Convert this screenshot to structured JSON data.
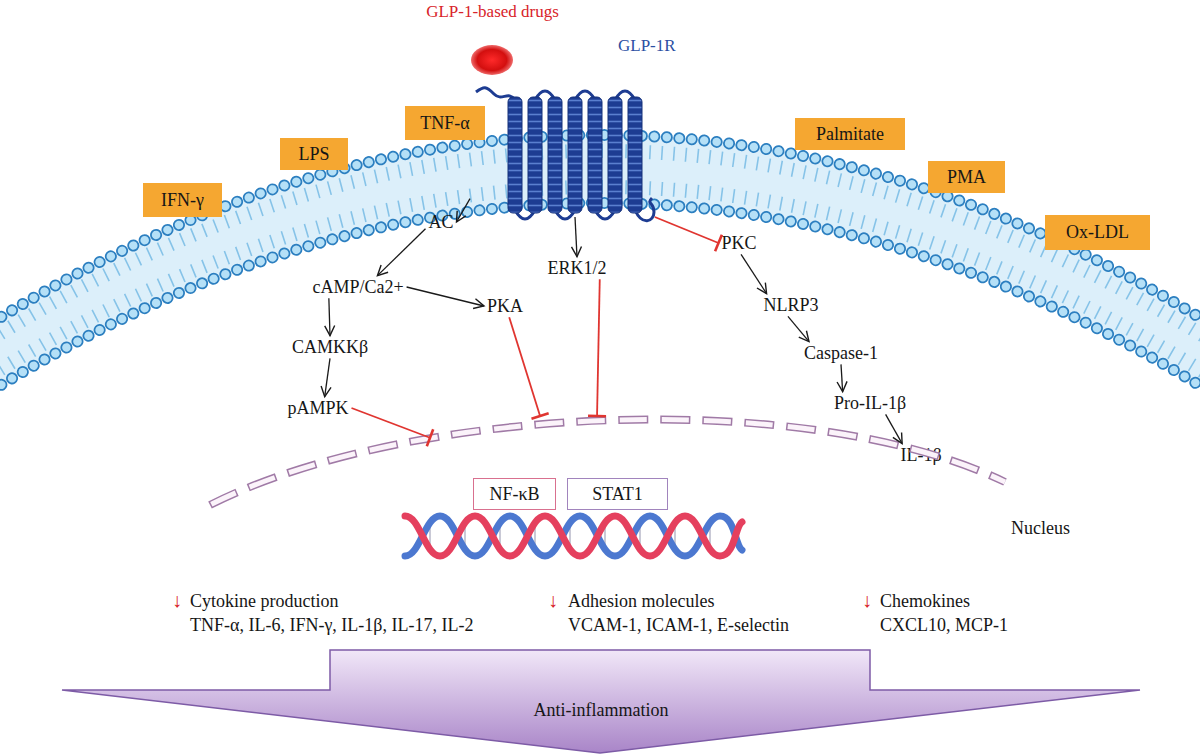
{
  "diagram": {
    "nodes": [
      {
        "text": [
          "GLP-1-based drugs"
        ]
      },
      {
        "text": [
          "IFN-γ"
        ]
      },
      {
        "text": [
          "LPS"
        ]
      },
      {
        "text": [
          "TNF-α"
        ]
      },
      {
        "text": [
          "GLP-1R"
        ]
      },
      {
        "text": [
          "Palmitate"
        ]
      },
      {
        "text": [
          "PMA"
        ]
      },
      {
        "text": [
          "Ox-LDL"
        ]
      },
      {
        "text": [
          "AC"
        ]
      },
      {
        "text": [
          "cAMP/Ca2+"
        ]
      },
      {
        "text": [
          "PKA"
        ]
      },
      {
        "text": [
          "ERK1/2"
        ]
      },
      {
        "text": [
          "PKC"
        ]
      },
      {
        "text": [
          "CAMKKβ"
        ]
      },
      {
        "text": [
          "NLRP3"
        ]
      },
      {
        "text": [
          "pAMPK"
        ]
      },
      {
        "text": [
          "Caspase-1"
        ]
      },
      {
        "text": [
          "Pro-IL-1β"
        ]
      },
      {
        "text": [
          "IL-1β"
        ]
      },
      {
        "text": [
          "Nucleus"
        ]
      },
      {
        "text": [
          "NF-κB"
        ],
        "in": 19
      },
      {
        "text": [
          "STAT1"
        ],
        "in": 19
      },
      {
        "text": [
          "Anti-inflammation"
        ]
      }
    ],
    "edges": [
      {
        "from": 4,
        "to": 8,
        "arrow": "to"
      },
      {
        "from": 4,
        "to": 11,
        "arrow": "to"
      },
      {
        "from": 4,
        "to": 12,
        "arrow": "to"
      },
      {
        "from": 8,
        "to": 9,
        "arrow": "to"
      },
      {
        "from": 9,
        "to": 13,
        "arrow": "to"
      },
      {
        "from": 9,
        "to": 10,
        "arrow": "to"
      },
      {
        "from": 13,
        "to": 15,
        "arrow": "to"
      },
      {
        "from": 15,
        "to": 19,
        "arrow": "to"
      },
      {
        "from": 10,
        "to": 19,
        "arrow": "to"
      },
      {
        "from": 11,
        "to": 19,
        "arrow": "to"
      },
      {
        "from": 12,
        "to": 14,
        "arrow": "to"
      },
      {
        "from": 14,
        "to": 16,
        "arrow": "to"
      },
      {
        "from": 16,
        "to": 17,
        "arrow": "to"
      },
      {
        "from": 17,
        "to": 18,
        "arrow": "to"
      }
    ],
    "labels": [
      "↓",
      "Cytokine production",
      "TNF-α, IL-6, IFN-γ, IL-1β, IL-17, IL-2",
      "↓",
      "Adhesion molecules",
      "VCAM-1, ICAM-1, E-selectin",
      "↓",
      "Chemokines",
      "CXCL10, MCP-1"
    ]
  }
}
